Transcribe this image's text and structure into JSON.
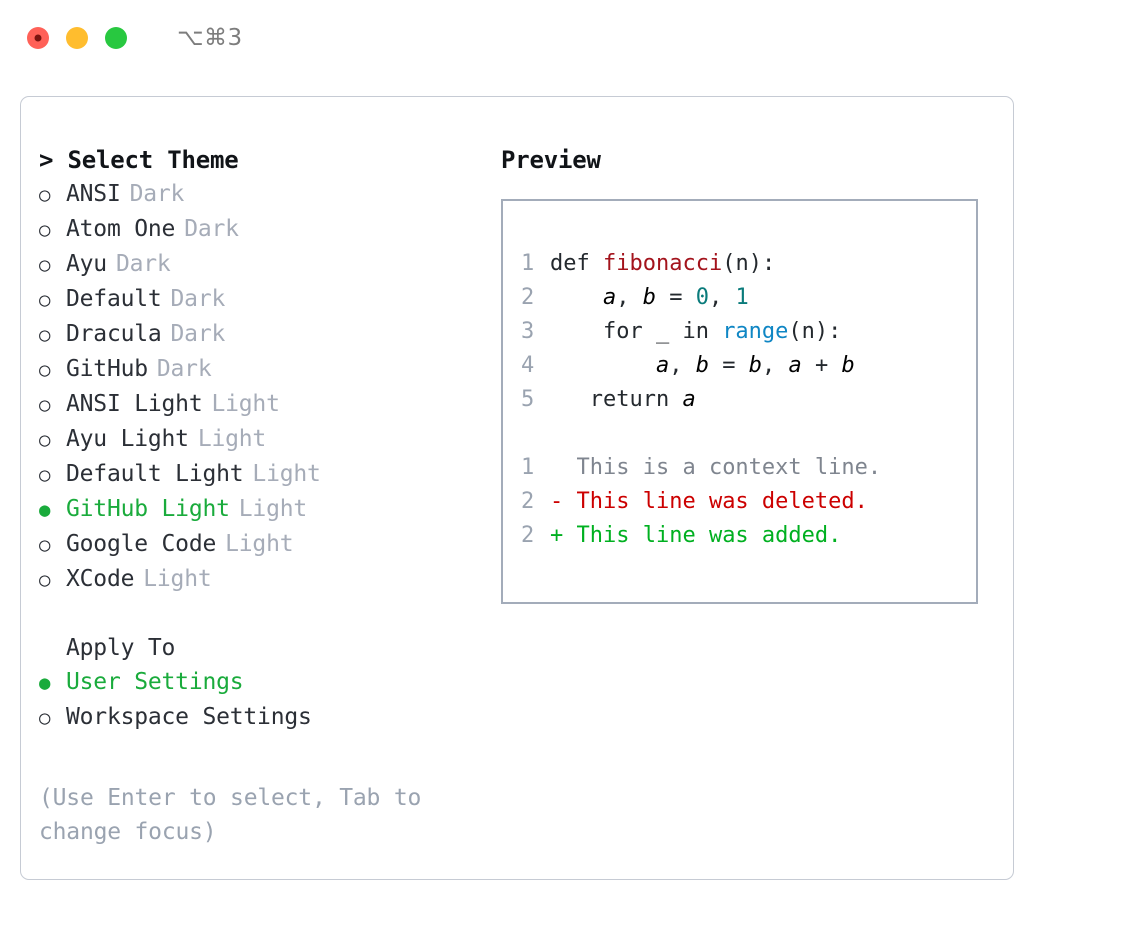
{
  "titlebar": {
    "traffic_lights": [
      "close-button",
      "minimize-button",
      "zoom-button"
    ],
    "shortcut": "⌥⌘3"
  },
  "theme_list": {
    "heading": "> Select Theme",
    "heading_prefix": ">",
    "marker_unselected": "○",
    "marker_selected": "●",
    "selected_color": "#1aab3c",
    "items": [
      {
        "marker": "○",
        "label": "ANSI",
        "suffix": "Dark",
        "selected": false
      },
      {
        "marker": "○",
        "label": "Atom One",
        "suffix": "Dark",
        "selected": false
      },
      {
        "marker": "○",
        "label": "Ayu",
        "suffix": "Dark",
        "selected": false
      },
      {
        "marker": "○",
        "label": "Default",
        "suffix": "Dark",
        "selected": false
      },
      {
        "marker": "○",
        "label": "Dracula",
        "suffix": "Dark",
        "selected": false
      },
      {
        "marker": "○",
        "label": "GitHub",
        "suffix": "Dark",
        "selected": false
      },
      {
        "marker": "○",
        "label": "ANSI Light",
        "suffix": "Light",
        "selected": false
      },
      {
        "marker": "○",
        "label": "Ayu Light",
        "suffix": "Light",
        "selected": false
      },
      {
        "marker": "○",
        "label": "Default Light",
        "suffix": "Light",
        "selected": false
      },
      {
        "marker": "●",
        "label": "GitHub Light",
        "suffix": "Light",
        "selected": true
      },
      {
        "marker": "○",
        "label": "Google Code",
        "suffix": "Light",
        "selected": false
      },
      {
        "marker": "○",
        "label": "XCode",
        "suffix": "Light",
        "selected": false
      }
    ]
  },
  "apply_to": {
    "heading": "Apply To",
    "items": [
      {
        "marker": "●",
        "label": "User Settings",
        "selected": true
      },
      {
        "marker": "○",
        "label": "Workspace Settings",
        "selected": false
      }
    ]
  },
  "hint": "(Use Enter to select, Tab to change focus)",
  "preview": {
    "heading": "Preview",
    "code": [
      {
        "ln": "1",
        "parts": [
          {
            "t": "def ",
            "cls": "code-body"
          },
          {
            "t": "fibonacci",
            "cls": "tok-fn"
          },
          {
            "t": "(n):",
            "cls": "code-body"
          }
        ]
      },
      {
        "ln": "2",
        "parts": [
          {
            "t": "    ",
            "cls": "code-body"
          },
          {
            "t": "a",
            "cls": "tok-var"
          },
          {
            "t": ", ",
            "cls": "code-body"
          },
          {
            "t": "b",
            "cls": "tok-var"
          },
          {
            "t": " = ",
            "cls": "code-body"
          },
          {
            "t": "0",
            "cls": "tok-num"
          },
          {
            "t": ", ",
            "cls": "code-body"
          },
          {
            "t": "1",
            "cls": "tok-num"
          }
        ]
      },
      {
        "ln": "3",
        "parts": [
          {
            "t": "    for _ in ",
            "cls": "code-body"
          },
          {
            "t": "range",
            "cls": "tok-call"
          },
          {
            "t": "(n):",
            "cls": "code-body"
          }
        ]
      },
      {
        "ln": "4",
        "parts": [
          {
            "t": "        ",
            "cls": "code-body"
          },
          {
            "t": "a",
            "cls": "tok-var"
          },
          {
            "t": ", ",
            "cls": "code-body"
          },
          {
            "t": "b",
            "cls": "tok-var"
          },
          {
            "t": " = ",
            "cls": "code-body"
          },
          {
            "t": "b",
            "cls": "tok-var"
          },
          {
            "t": ", ",
            "cls": "code-body"
          },
          {
            "t": "a",
            "cls": "tok-var"
          },
          {
            "t": " + ",
            "cls": "code-body"
          },
          {
            "t": "b",
            "cls": "tok-var"
          }
        ]
      },
      {
        "ln": "5",
        "parts": [
          {
            "t": "   return ",
            "cls": "code-body"
          },
          {
            "t": "a",
            "cls": "tok-var"
          }
        ]
      }
    ],
    "diff": [
      {
        "ln": "1",
        "sign": " ",
        "text": " This is a context line.",
        "cls": "diff-ctx"
      },
      {
        "ln": "2",
        "sign": "-",
        "text": " This line was deleted.",
        "cls": "diff-del"
      },
      {
        "ln": "2",
        "sign": "+",
        "text": " This line was added.",
        "cls": "diff-add"
      }
    ]
  }
}
